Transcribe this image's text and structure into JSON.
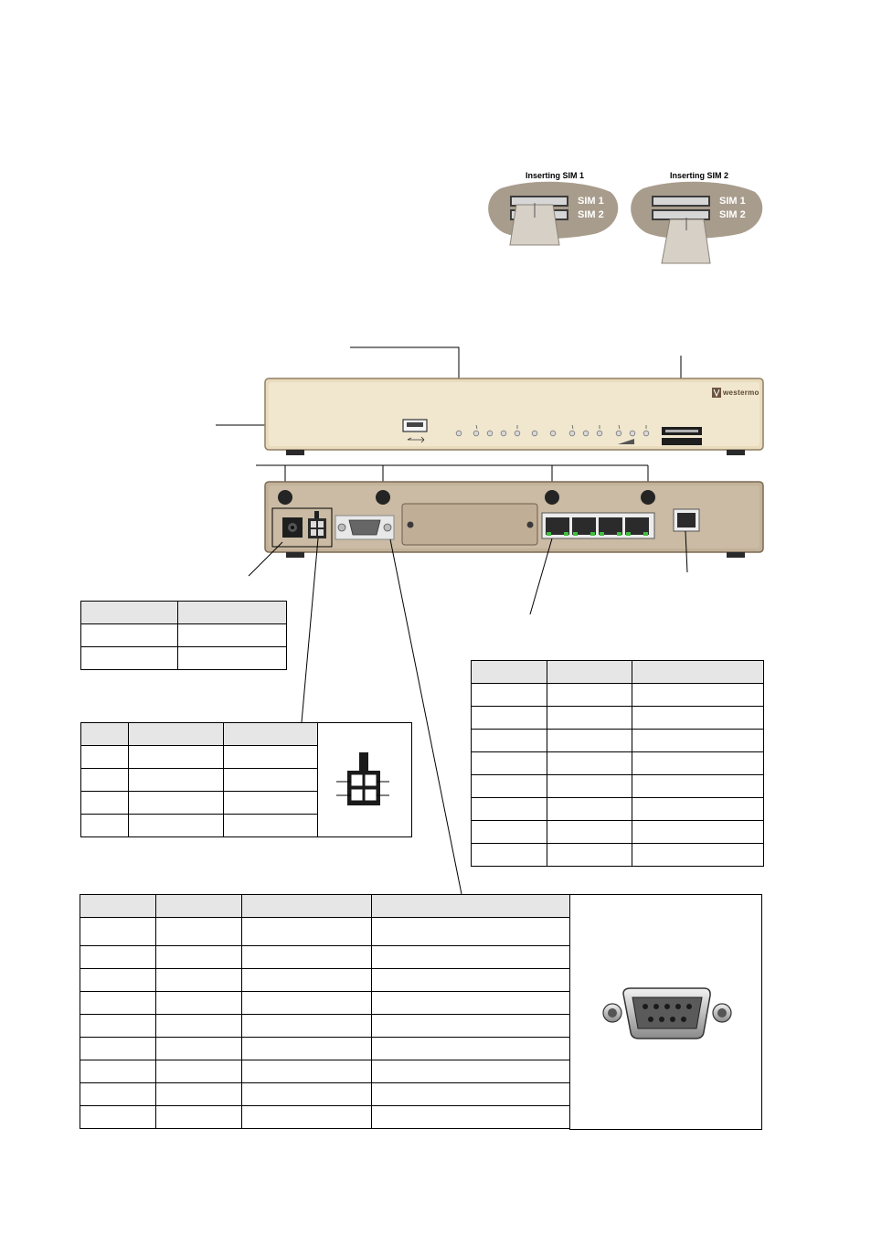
{
  "sim_figure": {
    "title_sim1": "Inserting SIM 1",
    "title_sim2": "Inserting SIM 2",
    "slot_label_1": "SIM 1",
    "slot_label_2": "SIM 2"
  },
  "device": {
    "brand": "westermo"
  },
  "colors": {
    "device_front": "#efe4c8",
    "device_rear": "#c6b59e",
    "table_header": "#e6e6e6",
    "led_green": "#3fbf3f"
  },
  "tables": {
    "power": {
      "rows": 3,
      "cols": 2
    },
    "power_connector": {
      "rows": 5,
      "cols": 3
    },
    "ethernet": {
      "rows": 9,
      "cols": 3
    },
    "serial": {
      "rows": 10,
      "cols": 4
    }
  }
}
